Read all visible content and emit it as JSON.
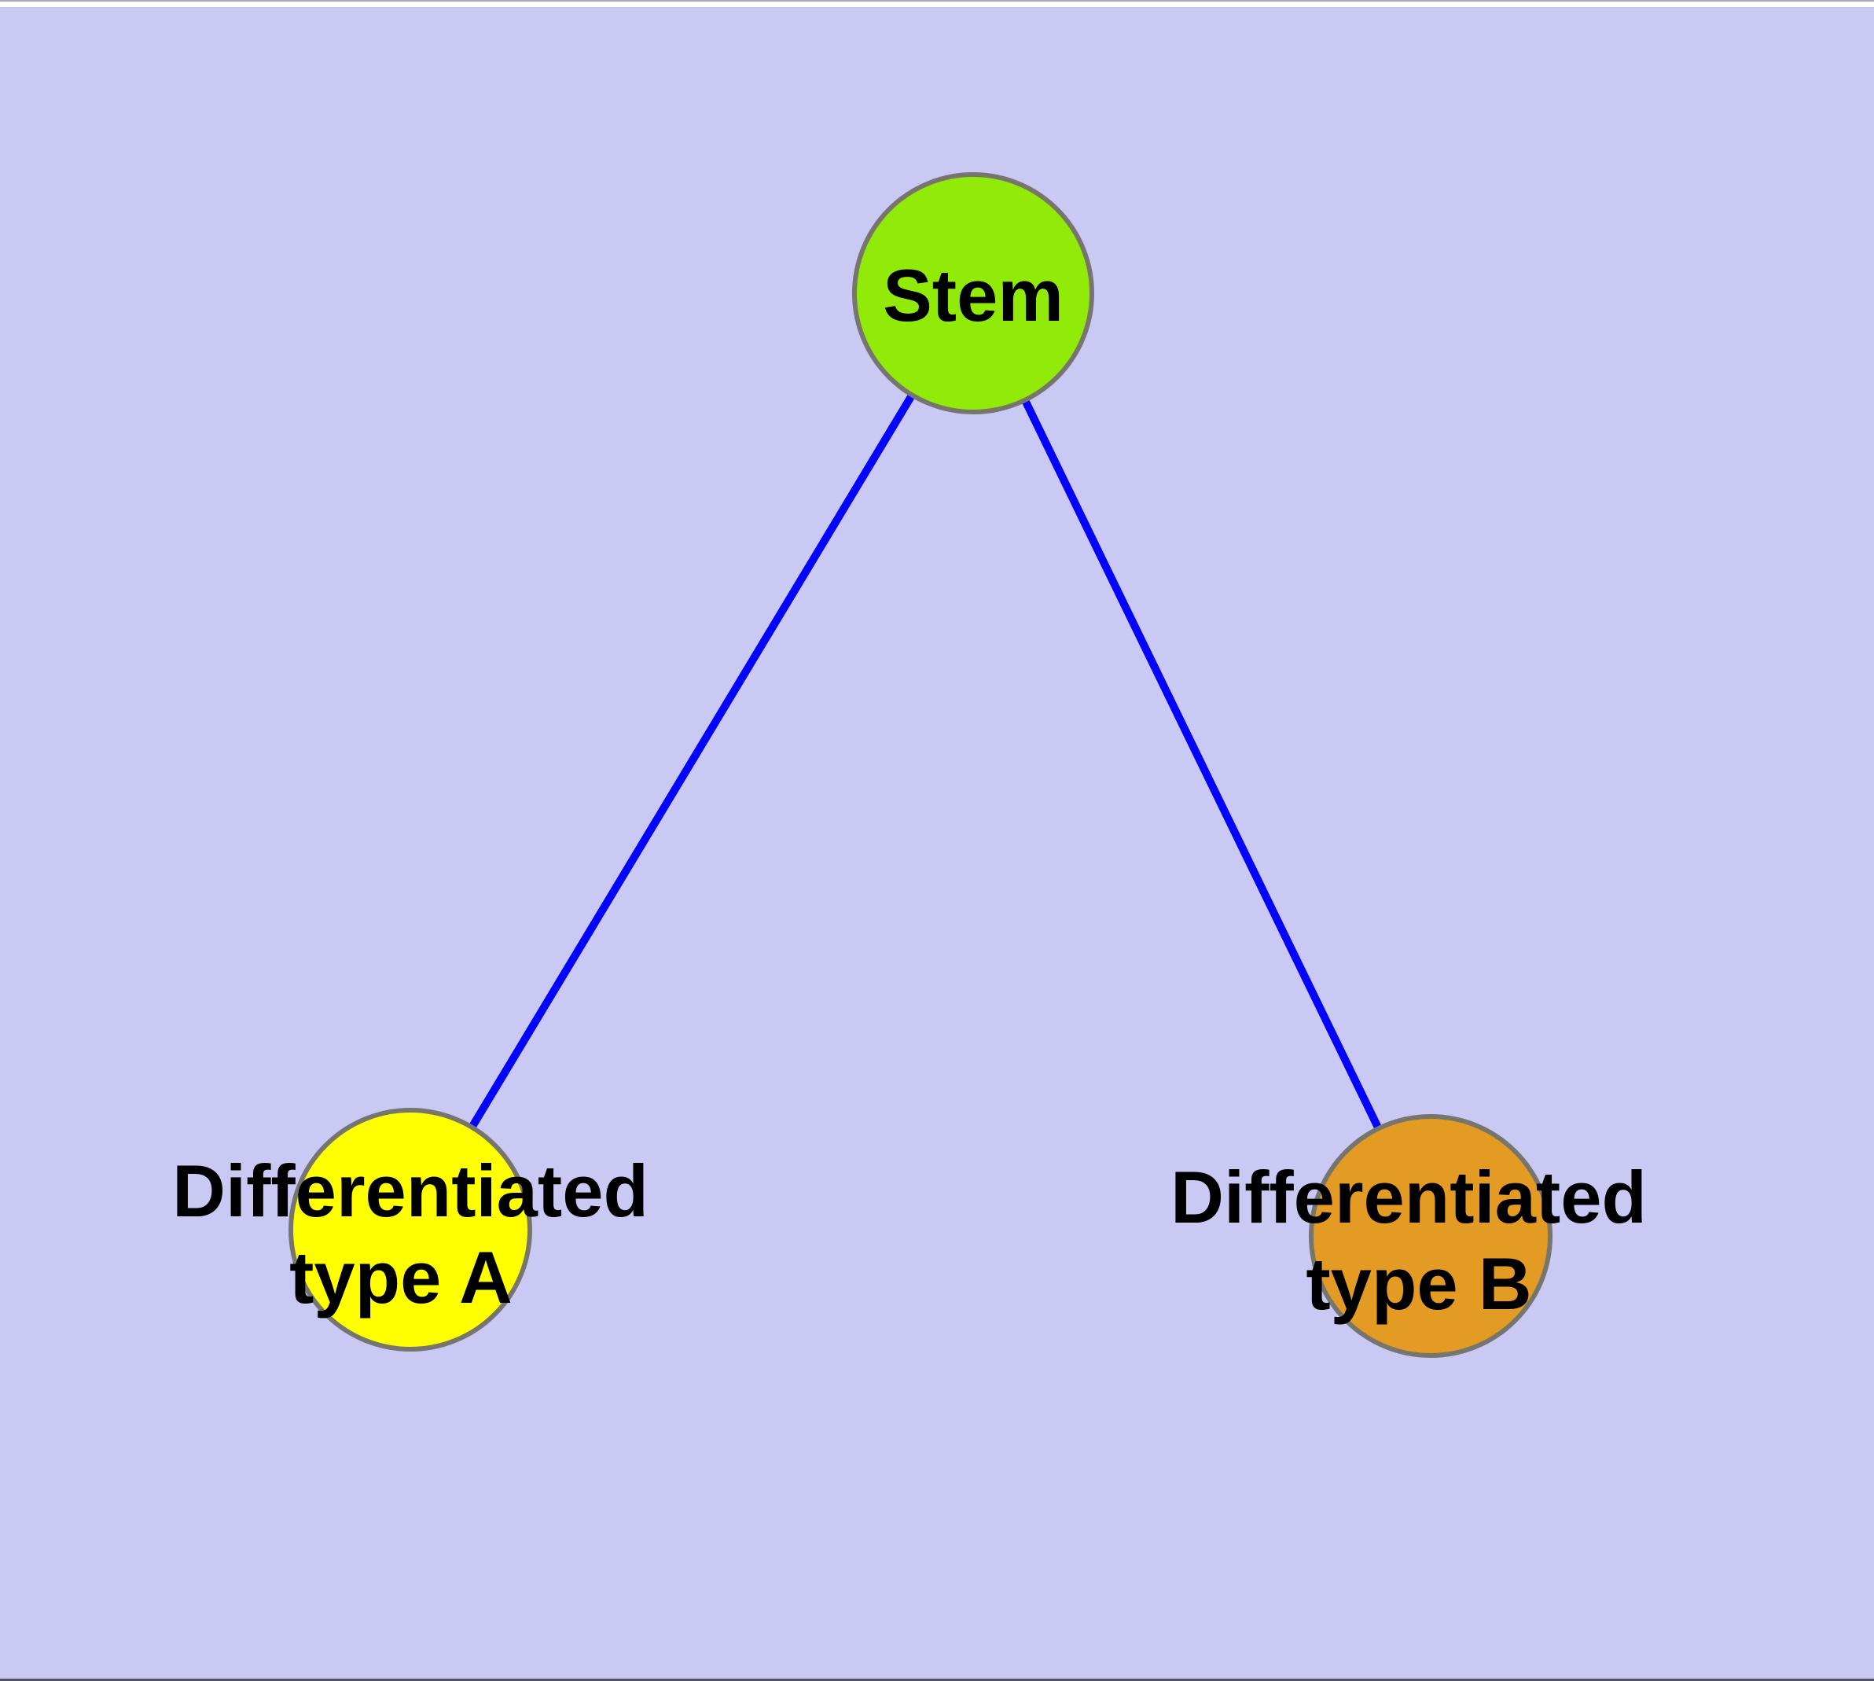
{
  "diagram": {
    "background_color": "#C9C9F3",
    "frame": {
      "top_hairline_color": "#A8A8B8",
      "top_strip_color": "#FFFFFF",
      "bottom_line_color": "#54545E"
    },
    "edge_color": "#0404FA",
    "node_border_color": "#76766F",
    "label_color": "#000000",
    "nodes": [
      {
        "id": "stem",
        "label": "Stem",
        "fill": "#92EA08"
      },
      {
        "id": "type-a",
        "line1": "Differentiated",
        "line2": "type A",
        "fill": "#FFFF00"
      },
      {
        "id": "type-b",
        "line1": "Differentiated",
        "line2": "type B",
        "fill": "#E49B23"
      }
    ],
    "edges": [
      {
        "from": "Stem",
        "to": "Differentiated type A"
      },
      {
        "from": "Stem",
        "to": "Differentiated type B"
      }
    ]
  }
}
